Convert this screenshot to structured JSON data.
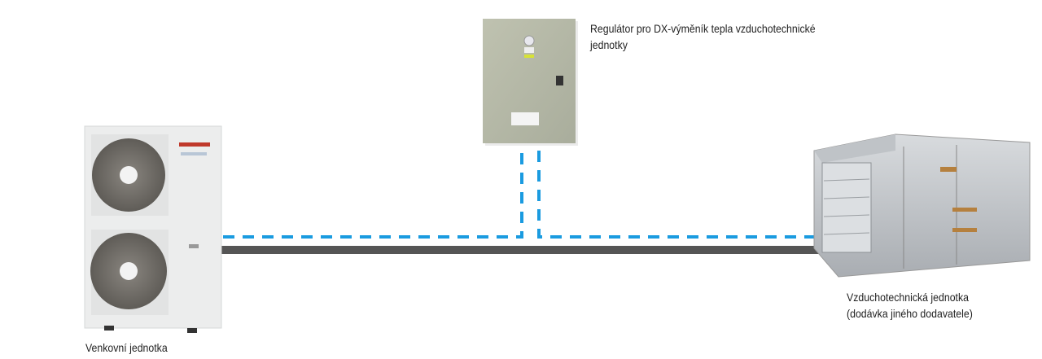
{
  "labels": {
    "regulator": "Regulátor pro DX-výměník tepla vzduchotechnické",
    "regulator_line2": "jednotky",
    "outdoor_unit": "Venkovní jednotka",
    "ahu_line1": "Vzduchotechnická jednotka",
    "ahu_line2": "(dodávka jiného dodavatele)"
  },
  "colors": {
    "signal_line": "#1a9be0",
    "refrigerant_pipe": "#555555",
    "regulator_box": "#b4b8a6"
  }
}
